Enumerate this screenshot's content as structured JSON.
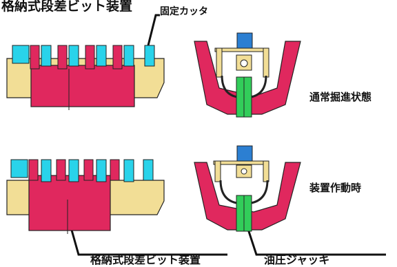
{
  "title": "格納式段差ビット装置",
  "labels": {
    "fixed_cutter": "固定カッタ",
    "normal_state": "通常掘進状態",
    "operating_state": "装置作動時",
    "stepped_bit_device": "格納式段差ビット装置",
    "hydraulic_jack": "油圧ジャッキ"
  },
  "colors": {
    "yellow": "#F2DE96",
    "magenta": "#E0285E",
    "cyan": "#29D3EA",
    "green": "#32CD5A",
    "blue": "#2C7FD2",
    "outline": "#222222"
  },
  "states": [
    {
      "name": "normal",
      "bit_extended": false
    },
    {
      "name": "operating",
      "bit_extended": true
    }
  ]
}
